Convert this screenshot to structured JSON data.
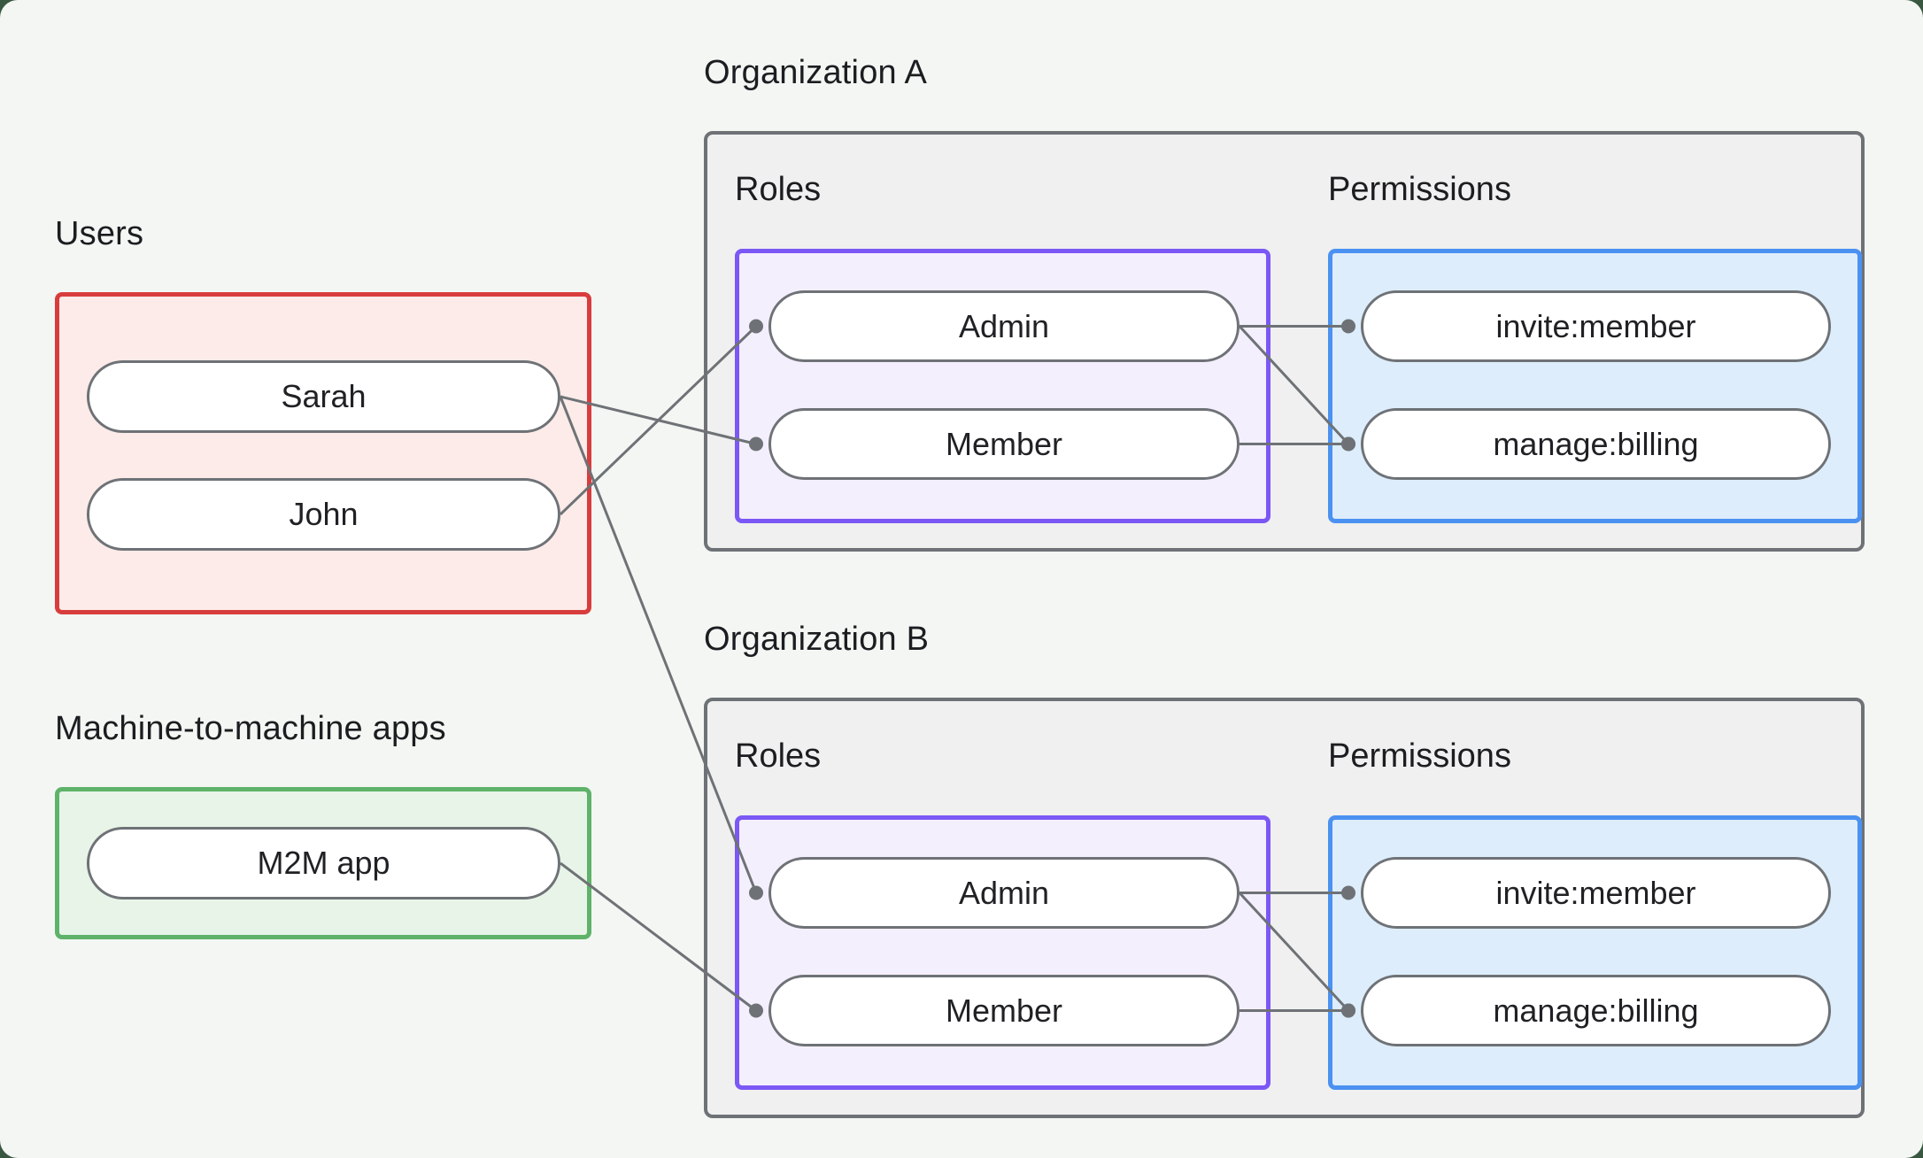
{
  "colors": {
    "backdrop": "#3a5741",
    "canvas_background": "#f3f6f3",
    "connector_line": "#6e7276",
    "connector_dot": "#6e7276",
    "users_border": "#d83d3d",
    "users_fill": "#fcebe9",
    "m2m_border": "#5fb269",
    "m2m_fill": "#e8f4e8",
    "org_border": "#6e7276",
    "org_fill": "#eff0ef",
    "roles_border": "#7b58f5",
    "roles_fill": "#f4effd",
    "permissions_border": "#4b91f1",
    "permissions_fill": "#ddedfb"
  },
  "users_group": {
    "label": "Users",
    "nodes": [
      {
        "id": "user-sarah",
        "label": "Sarah"
      },
      {
        "id": "user-john",
        "label": "John"
      }
    ]
  },
  "m2m_group": {
    "label": "Machine-to-machine apps",
    "nodes": [
      {
        "id": "m2m-app",
        "label": "M2M app"
      }
    ]
  },
  "orgs": [
    {
      "label": "Organization A",
      "roles_label": "Roles",
      "permissions_label": "Permissions",
      "roles": [
        {
          "id": "orgA-role-admin",
          "label": "Admin"
        },
        {
          "id": "orgA-role-member",
          "label": "Member"
        }
      ],
      "permissions": [
        {
          "id": "orgA-perm-invite",
          "label": "invite:member"
        },
        {
          "id": "orgA-perm-manage",
          "label": "manage:billing"
        }
      ]
    },
    {
      "label": "Organization B",
      "roles_label": "Roles",
      "permissions_label": "Permissions",
      "roles": [
        {
          "id": "orgB-role-admin",
          "label": "Admin"
        },
        {
          "id": "orgB-role-member",
          "label": "Member"
        }
      ],
      "permissions": [
        {
          "id": "orgB-perm-invite",
          "label": "invite:member"
        },
        {
          "id": "orgB-perm-manage",
          "label": "manage:billing"
        }
      ]
    }
  ],
  "edges": [
    {
      "from": "user-sarah",
      "to": "orgA-role-member"
    },
    {
      "from": "user-john",
      "to": "orgA-role-admin"
    },
    {
      "from": "user-sarah",
      "to": "orgB-role-admin"
    },
    {
      "from": "m2m-app",
      "to": "orgB-role-member"
    },
    {
      "from": "orgA-role-admin",
      "to": "orgA-perm-invite"
    },
    {
      "from": "orgA-role-admin",
      "to": "orgA-perm-manage"
    },
    {
      "from": "orgA-role-member",
      "to": "orgA-perm-manage"
    },
    {
      "from": "orgB-role-admin",
      "to": "orgB-perm-invite"
    },
    {
      "from": "orgB-role-admin",
      "to": "orgB-perm-manage"
    },
    {
      "from": "orgB-role-member",
      "to": "orgB-perm-manage"
    }
  ]
}
